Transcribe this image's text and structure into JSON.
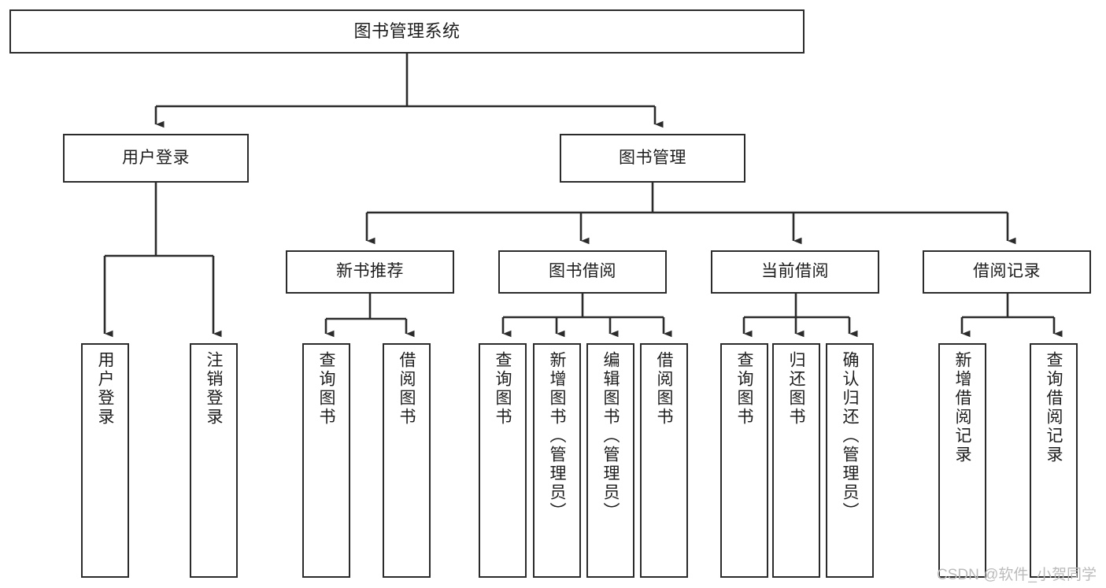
{
  "diagram": {
    "title": "图书管理系统",
    "type": "tree-hierarchy-chart",
    "orientation": "top-down",
    "line_color": "#2b2b2b",
    "box_fill": "#ffffff",
    "text_color": "#1d1d1d",
    "root": {
      "label": "图书管理系统"
    },
    "level1": [
      {
        "label": "用户登录"
      },
      {
        "label": "图书管理"
      }
    ],
    "level2": [
      {
        "label": "新书推荐"
      },
      {
        "label": "图书借阅"
      },
      {
        "label": "当前借阅"
      },
      {
        "label": "借阅记录"
      }
    ],
    "leaves": {
      "user_login": [
        {
          "label": "用户登录"
        },
        {
          "label": "注销登录"
        }
      ],
      "new_book_recommend": [
        {
          "label": "查询图书"
        },
        {
          "label": "借阅图书"
        }
      ],
      "book_borrow": [
        {
          "label": "查询图书"
        },
        {
          "label": "新增图书（管理员）"
        },
        {
          "label": "编辑图书（管理员）"
        },
        {
          "label": "借阅图书"
        }
      ],
      "current_borrow": [
        {
          "label": "查询图书"
        },
        {
          "label": "归还图书"
        },
        {
          "label": "确认归还（管理员）"
        }
      ],
      "borrow_record": [
        {
          "label": "新增借阅记录"
        },
        {
          "label": "查询借阅记录"
        }
      ]
    }
  },
  "watermark": {
    "text": "CSDN @软件_小贺同学",
    "color": "#bbbbbb"
  }
}
